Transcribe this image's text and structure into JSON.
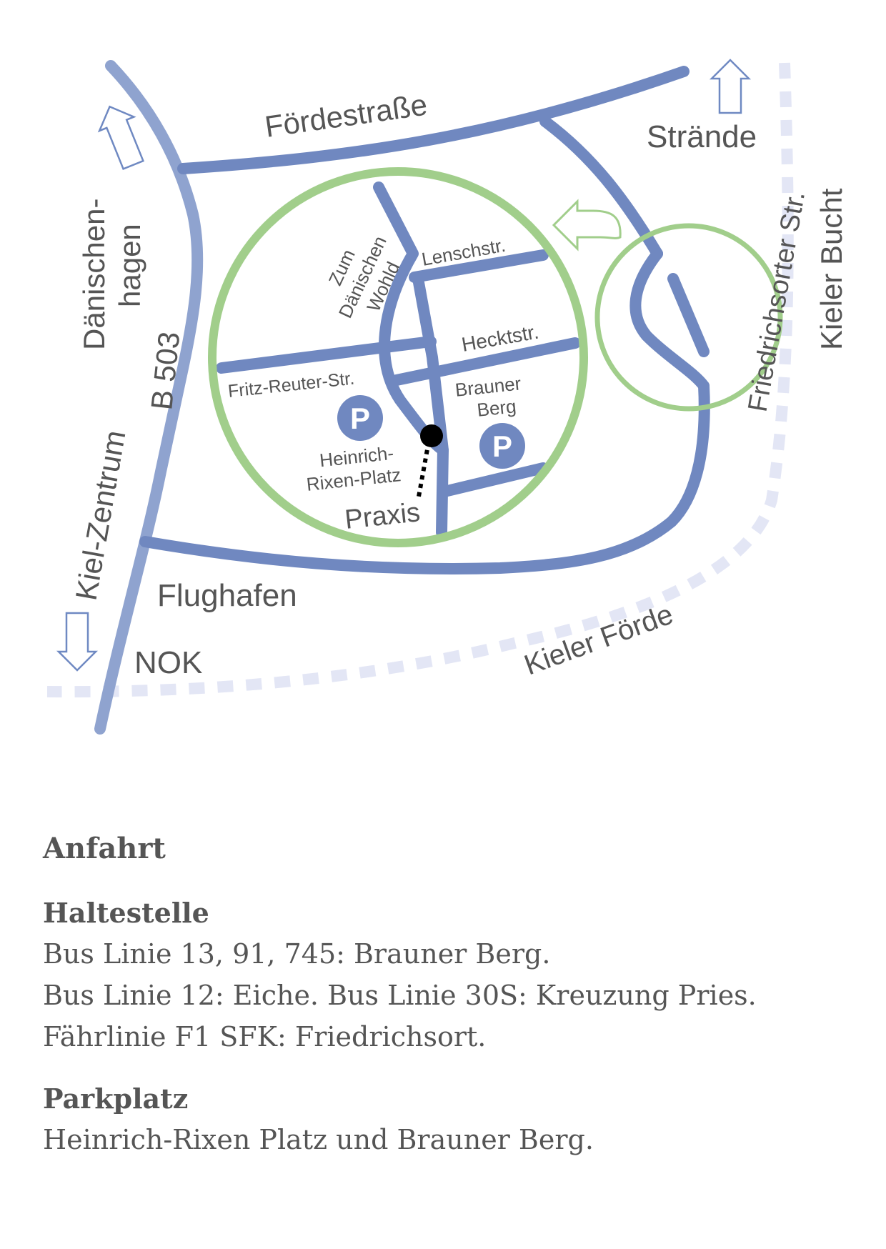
{
  "map": {
    "labels": {
      "foerdestrasse": "Fördestraße",
      "straende": "Strände",
      "daenischen_line1": "Dänischen-",
      "daenischen_line2": "hagen",
      "b503": "B 503",
      "kiel_zentrum": "Kiel-Zentrum",
      "kieler_bucht": "Kieler Bucht",
      "friedrichsorter": "Friedrichsorter Str.",
      "lenschstr": "Lenschstr.",
      "zum_line1": "Zum",
      "zum_line2": "Dänischen",
      "zum_line3": "Wohld",
      "hecktstr": "Hecktstr.",
      "fritz_reuter": "Fritz-Reuter-Str.",
      "brauner_line1": "Brauner",
      "brauner_line2": "Berg",
      "heinrich_line1": "Heinrich-",
      "heinrich_line2": "Rixen-Platz",
      "praxis": "Praxis",
      "flughafen": "Flughafen",
      "nok": "NOK",
      "kieler_foerde": "Kieler Förde"
    },
    "parking_symbol": "P",
    "icons": {
      "arrow_up_top": "arrow-up-icon",
      "arrow_up_left": "arrow-up-icon",
      "arrow_down_left": "arrow-down-icon",
      "arrow_curved": "curved-arrow-icon",
      "location": "location-dot-icon",
      "parking": "parking-icon"
    },
    "colors": {
      "road": "#7088c0",
      "highlight_ring": "#a1ce8b",
      "coastline": "#e3e6f5",
      "label": "#555555"
    }
  },
  "info": {
    "title": "Anfahrt",
    "haltestelle": {
      "heading": "Haltestelle",
      "lines": [
        "Bus Linie 13, 91, 745: Brauner Berg.",
        "Bus Linie 12: Eiche. Bus Linie 30S: Kreuzung Pries.",
        "Fährlinie F1 SFK: Friedrichsort."
      ]
    },
    "parkplatz": {
      "heading": "Parkplatz",
      "lines": [
        "Heinrich-Rixen Platz und Brauner Berg."
      ]
    }
  }
}
